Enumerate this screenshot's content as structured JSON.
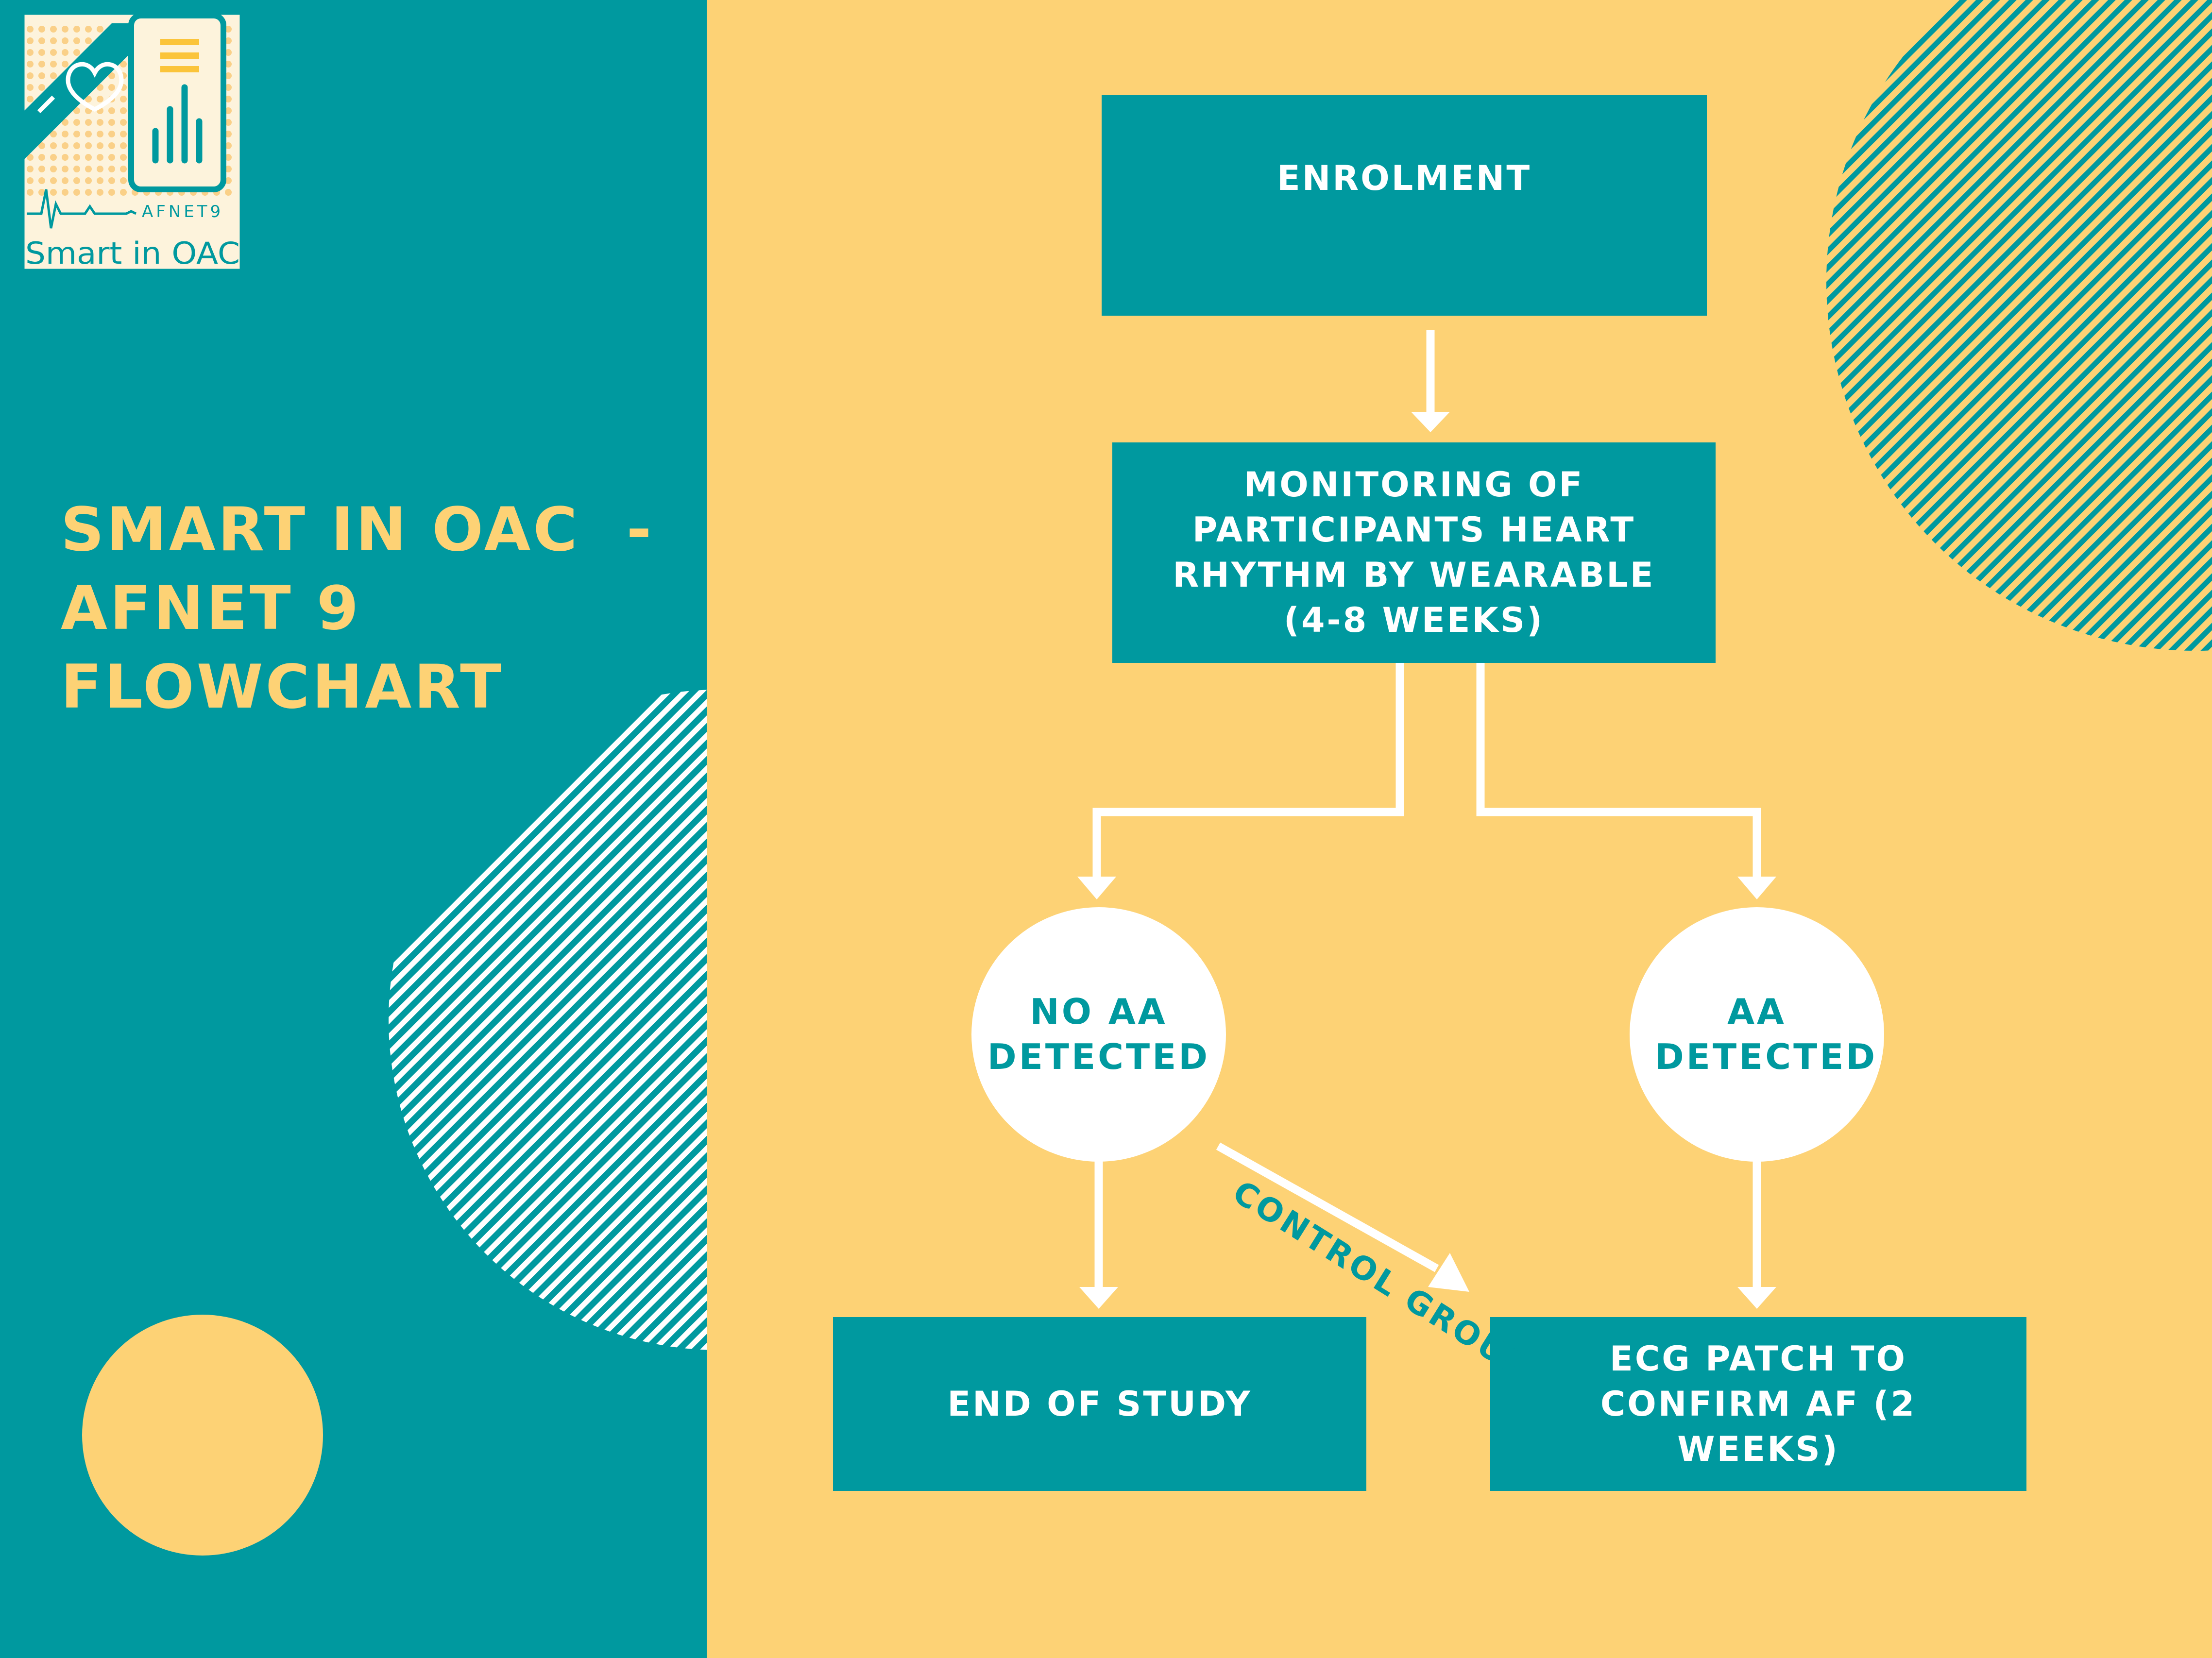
{
  "title": {
    "lines": [
      "SMART IN OAC  -",
      "AFNET 9",
      "FLOWCHART"
    ]
  },
  "logo": {
    "brand_small": "AFNET9",
    "brand_name": "Smart in OAC"
  },
  "flow": {
    "enrolment": "ENROLMENT",
    "monitoring": "MONITORING OF PARTICIPANTS HEART RHYTHM BY WEARABLE (4-8 WEEKS)",
    "no_aa": "NO AA DETECTED",
    "aa": "AA DETECTED",
    "end_of_study": "END OF STUDY",
    "ecg_patch": "ECG PATCH TO CONFIRM AF (2 WEEKS)",
    "control_group": "CONTROL GROUP"
  },
  "colors": {
    "teal": "#00999f",
    "yellow": "#fdd275",
    "white": "#ffffff"
  }
}
